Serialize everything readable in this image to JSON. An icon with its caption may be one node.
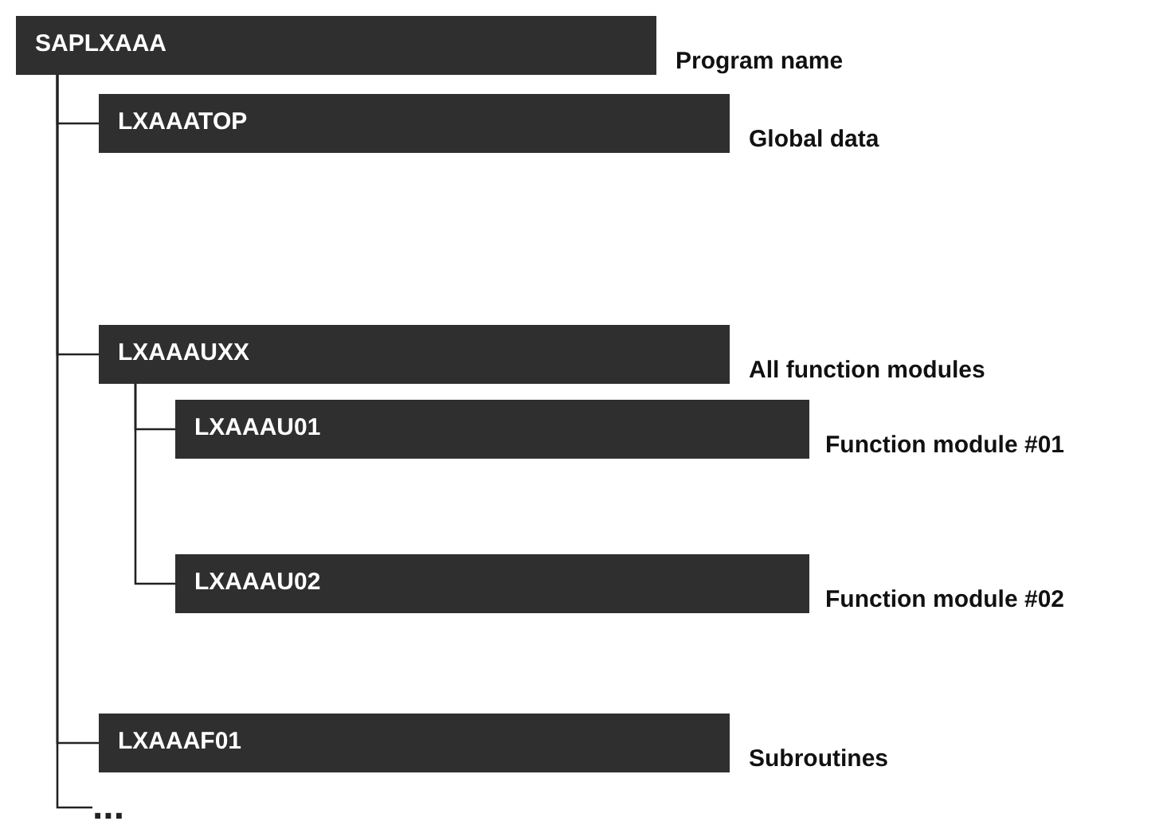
{
  "diagram": {
    "nodes": [
      {
        "text": [
          "SAPLXAAA"
        ],
        "beside": [
          "Program name"
        ]
      },
      {
        "text": [
          "LXAAATOP"
        ],
        "beside": [
          "Global data"
        ]
      },
      {
        "text": [
          "LXAAAUXX"
        ],
        "beside": [
          "All function modules"
        ]
      },
      {
        "text": [
          "LXAAAU01"
        ],
        "beside": [
          "Function module #01"
        ]
      },
      {
        "text": [
          "LXAAAU02"
        ],
        "beside": [
          "Function module #02"
        ]
      },
      {
        "text": [
          "LXAAAF01"
        ],
        "beside": [
          "Subroutines"
        ]
      },
      {
        "text": [
          "..."
        ]
      }
    ],
    "edges": [
      {
        "from": 0,
        "to": 1,
        "arrow": "none"
      },
      {
        "from": 0,
        "to": 2,
        "arrow": "none"
      },
      {
        "from": 0,
        "to": 5,
        "arrow": "none"
      },
      {
        "from": 0,
        "to": 6,
        "arrow": "none"
      },
      {
        "from": 2,
        "to": 3,
        "arrow": "none"
      },
      {
        "from": 2,
        "to": 4,
        "arrow": "none"
      }
    ]
  }
}
